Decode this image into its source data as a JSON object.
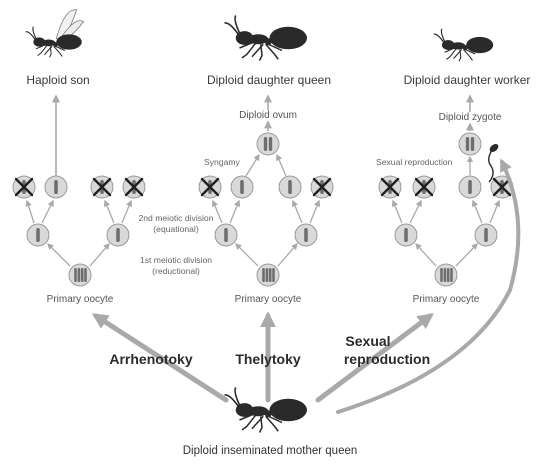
{
  "castes": {
    "son": "Haploid son",
    "queen": "Diploid daughter queen",
    "worker": "Diploid daughter worker"
  },
  "gametes": {
    "ovum": "Diploid ovum",
    "zygote": "Diploid zygote"
  },
  "annotations": {
    "syngamy": "Syngamy",
    "sexual_repro_small": "Sexual reproduction",
    "meiosis2_line1": "2nd meiotic division",
    "meiosis2_line2": "(equational)",
    "meiosis1_line1": "1st meiotic division",
    "meiosis1_line2": "(reductional)"
  },
  "oocyte_label": "Primary oocyte",
  "modes": {
    "arrhenotoky": "Arrhenotoky",
    "thelytoky": "Thelytoky",
    "sexual_line1": "Sexual",
    "sexual_line2": "reproduction"
  },
  "mother": "Diploid inseminated mother queen",
  "colors": {
    "arrow": "#a9a9a9",
    "cell_fill": "#d9d9d9",
    "cell_stroke": "#9a9a9a",
    "chromosome": "#6e6e6e",
    "cross": "#1f1f1f",
    "ant": "#2a2a2a"
  },
  "icons": [
    "winged-male-ant-icon",
    "queen-ant-icon",
    "worker-ant-icon",
    "mother-queen-ant-icon",
    "sperm-icon",
    "cell-icon",
    "cross-mark-icon"
  ]
}
